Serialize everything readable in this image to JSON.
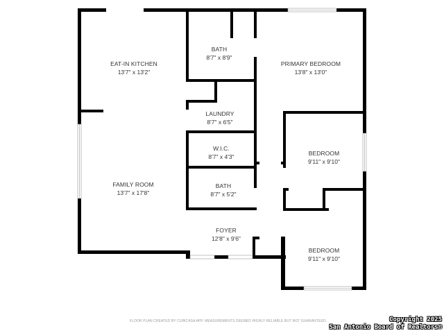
{
  "floor_plan": {
    "rooms": [
      {
        "id": "eat-in-kitchen",
        "name": "EAT-IN KITCHEN",
        "dimensions": "13'7\" x 13'2\""
      },
      {
        "id": "bath-1",
        "name": "BATH",
        "dimensions": "8'7\" x 8'9\""
      },
      {
        "id": "primary-bedroom",
        "name": "PRIMARY BEDROOM",
        "dimensions": "13'8\" x 13'0\""
      },
      {
        "id": "laundry",
        "name": "LAUNDRY",
        "dimensions": "8'7\" x 6'5\""
      },
      {
        "id": "wic",
        "name": "W.I.C.",
        "dimensions": "8'7\" x 4'3\""
      },
      {
        "id": "bedroom-1",
        "name": "BEDROOM",
        "dimensions": "9'11\" x 9'10\""
      },
      {
        "id": "family-room",
        "name": "FAMILY ROOM",
        "dimensions": "13'7\" x 17'8\""
      },
      {
        "id": "bath-2",
        "name": "BATH",
        "dimensions": "8'7\" x 5'2\""
      },
      {
        "id": "foyer",
        "name": "FOYER",
        "dimensions": "12'8\" x 9'6\""
      },
      {
        "id": "bedroom-2",
        "name": "BEDROOM",
        "dimensions": "9'11\" x 9'10\""
      }
    ],
    "wall_color": "#000000",
    "background_color": "#ffffff"
  },
  "footer": {
    "disclaimer": "FLOOR PLAN CREATED BY CUBICASA APP. MEASUREMENTS DEEMED HIGHLY RELIABLE BUT NOT GUARANTEED.",
    "copyright_line1": "Copyright 2025",
    "copyright_line2": "San Antonio Board of Realtors®"
  }
}
